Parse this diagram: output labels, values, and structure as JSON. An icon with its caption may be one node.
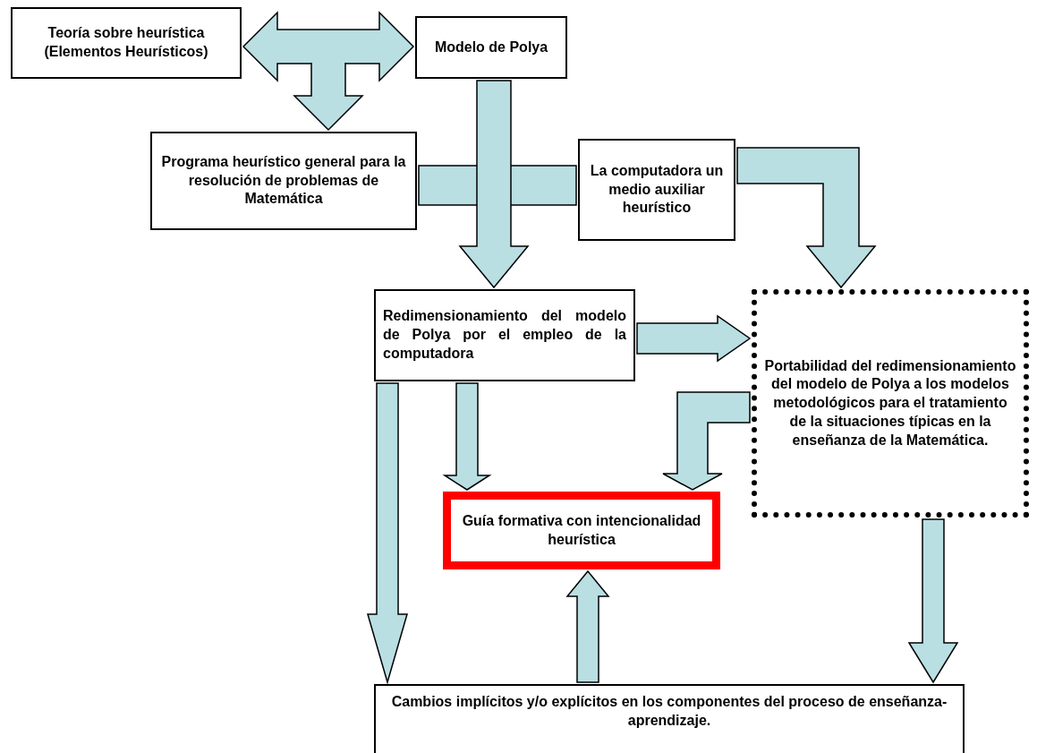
{
  "diagram": {
    "nodes": [
      {
        "text": [
          "Teoría sobre heurística (Elementos Heurísticos)"
        ]
      },
      {
        "text": [
          "Modelo de Polya"
        ]
      },
      {
        "text": [
          "Programa heurístico general para la resolución de problemas de Matemática"
        ]
      },
      {
        "text": [
          "La computadora un medio auxiliar heurístico"
        ]
      },
      {
        "text": [
          "Redimensionamiento del modelo de Polya por el empleo de la computadora"
        ]
      },
      {
        "text": [
          "Portabilidad del redimensionamiento del modelo de Polya a los modelos metodológicos para el tratamiento de la situaciones típicas en la enseñanza de la Matemática."
        ]
      },
      {
        "text": [
          "Guía formativa con intencionalidad heurística"
        ]
      },
      {
        "text": [
          "Cambios implícitos y/o explícitos en los componentes del proceso de enseñanza-aprendizaje."
        ]
      }
    ],
    "edges": [
      {
        "from": 0,
        "to": 1,
        "arrow": "both"
      },
      {
        "from": null,
        "to": 2,
        "arrow": "to"
      },
      {
        "from": 1,
        "to": 4,
        "arrow": "to"
      },
      {
        "from": 2,
        "to": 3,
        "arrow": "none"
      },
      {
        "from": 3,
        "to": 5,
        "arrow": "to"
      },
      {
        "from": 4,
        "to": 5,
        "arrow": "to"
      },
      {
        "from": 4,
        "to": 6,
        "arrow": "to"
      },
      {
        "from": 5,
        "to": 6,
        "arrow": "to"
      },
      {
        "from": 4,
        "to": 7,
        "arrow": "to"
      },
      {
        "from": 7,
        "to": 6,
        "arrow": "to"
      },
      {
        "from": 5,
        "to": 7,
        "arrow": "to"
      }
    ]
  }
}
